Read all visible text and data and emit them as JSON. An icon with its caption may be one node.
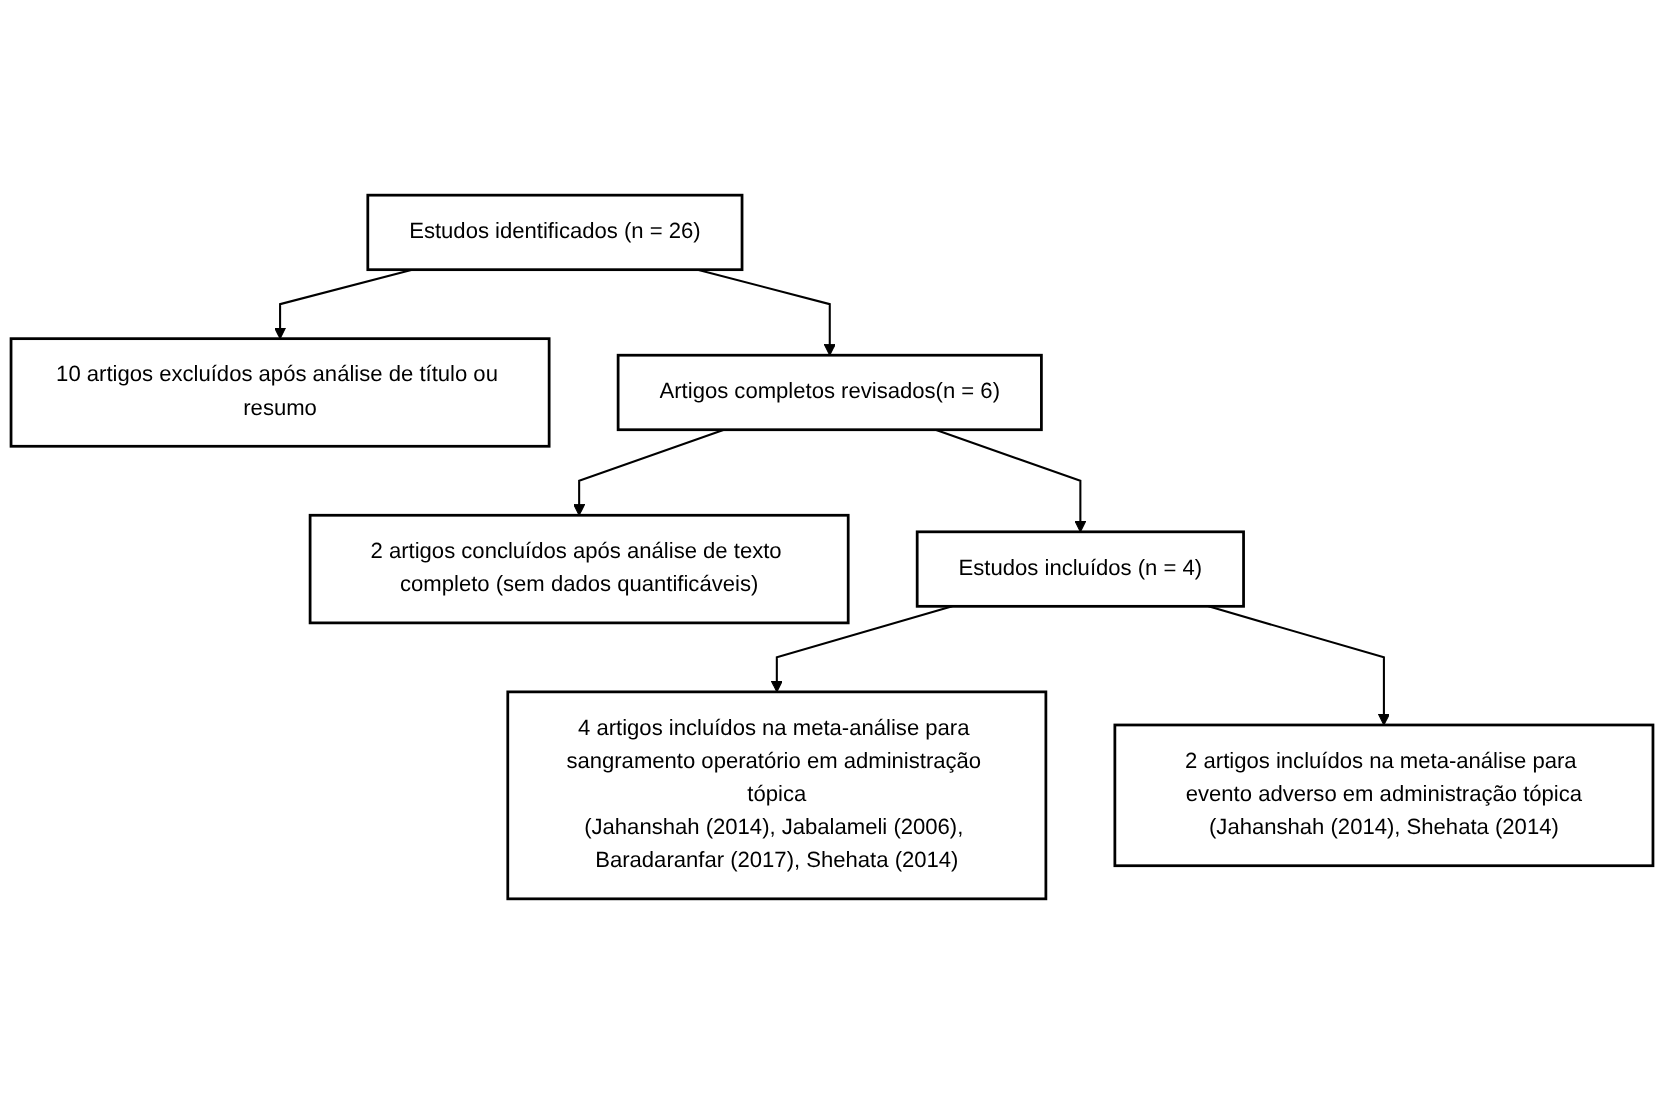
{
  "diagram": {
    "nodes": [
      {
        "text": [
          "Estudos identificados (n = 26)"
        ]
      },
      {
        "text": [
          "10 artigos excluídos após análise de título ou resumo"
        ]
      },
      {
        "text": [
          "Artigos completos revisados(n = 6)"
        ]
      },
      {
        "text": [
          "2 artigos concluídos após análise de texto completo (sem dados quantificáveis)"
        ]
      },
      {
        "text": [
          "Estudos incluídos (n = 4)"
        ]
      },
      {
        "text": [
          "4 artigos incluídos na meta-análise para sangramento operatório em administração tópica",
          "(Jahanshah (2014), Jabalameli (2006), Baradaranfar (2017), Shehata (2014)"
        ]
      },
      {
        "text": [
          "2 artigos incluídos na meta-análise para evento adverso em administração tópica",
          "(Jahanshah (2014), Shehata (2014)"
        ]
      }
    ],
    "edges": [
      {
        "from": 0,
        "to": 2,
        "arrow": "to"
      },
      {
        "from": 0,
        "to": 1,
        "arrow": "to"
      },
      {
        "from": 2,
        "to": 4,
        "arrow": "to"
      },
      {
        "from": 2,
        "to": 3,
        "arrow": "to"
      },
      {
        "from": 4,
        "to": 5,
        "arrow": "to"
      },
      {
        "from": 4,
        "to": 6,
        "arrow": "to"
      }
    ]
  }
}
